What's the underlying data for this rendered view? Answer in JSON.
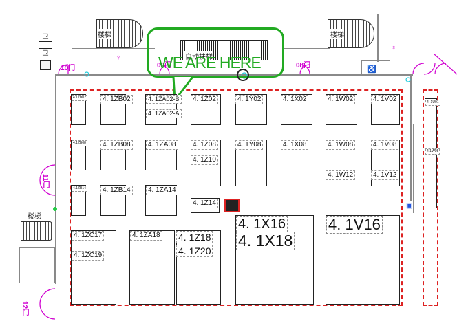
{
  "floor": {
    "you_are_here": "WE ARE HERE",
    "doors": {
      "door_10": "10门",
      "door_09": "09门",
      "door_08": "08门",
      "door_11": "11门",
      "door_12": "12门"
    },
    "facilities": {
      "stairs": "楼梯",
      "escalator": "自动扶梯",
      "toilet": "卫"
    },
    "colors": {
      "zone_border": "#dd2222",
      "callout": "#22aa22",
      "door": "#d000d0",
      "marker": "#22cc44",
      "fire_box": "#dd2222"
    }
  },
  "booths": {
    "zb02_small": "4.1ZB02",
    "zb02": "4. 1ZB02",
    "za02_b": "4. 1ZA02-B",
    "za02_a": "4. 1ZA02-A",
    "z02": "4. 1Z02",
    "y02": "4. 1Y02",
    "x02": "4. 1X02",
    "w02": "4. 1W02",
    "v02": "4. 1V02",
    "u01": "4. 1U01",
    "zb08_small": "4.1ZB08",
    "zb08": "4. 1ZB08",
    "za08": "4. 1ZA08",
    "z08": "4. 1Z08",
    "z10": "4. 1Z10",
    "y08": "4. 1Y08",
    "x08": "4. 1X08",
    "w08": "4. 1W08",
    "v08": "4. 1V08",
    "u05": "4.1W05",
    "w12": "4. 1W12",
    "v12": "4. 1V12",
    "zb14_small": "4.1ZB14",
    "zb14": "4. 1ZB14",
    "za14": "4. 1ZA14",
    "z14": "4. 1Z14",
    "x16": "4. 1X16",
    "x18": "4. 1X18",
    "v16": "4. 1V16",
    "zc17": "4. 1ZC17",
    "zc19": "4. 1ZC19",
    "za18": "4. 1ZA18",
    "z18": "4. 1Z18",
    "z20": "4. 1Z20"
  }
}
